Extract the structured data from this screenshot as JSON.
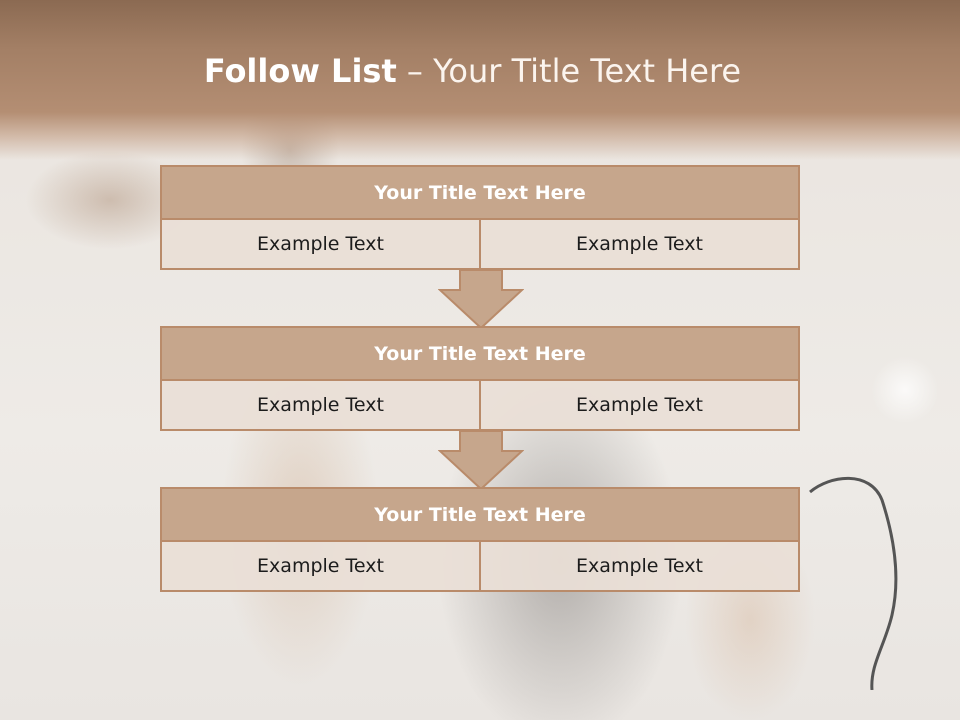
{
  "slide": {
    "title_bold": "Follow List",
    "title_rest": " – Your Title Text Here"
  },
  "blocks": [
    {
      "title": "Your Title Text Here",
      "left": "Example Text",
      "right": "Example Text"
    },
    {
      "title": "Your Title Text Here",
      "left": "Example Text",
      "right": "Example Text"
    },
    {
      "title": "Your Title Text Here",
      "left": "Example Text",
      "right": "Example Text"
    }
  ],
  "colors": {
    "header": "#a37f65",
    "block_title_fill": "#c6a68c",
    "border": "#b98b6a",
    "cell_fill": "#eadfd6"
  },
  "icons": [
    "down-arrow-icon",
    "down-arrow-icon"
  ]
}
